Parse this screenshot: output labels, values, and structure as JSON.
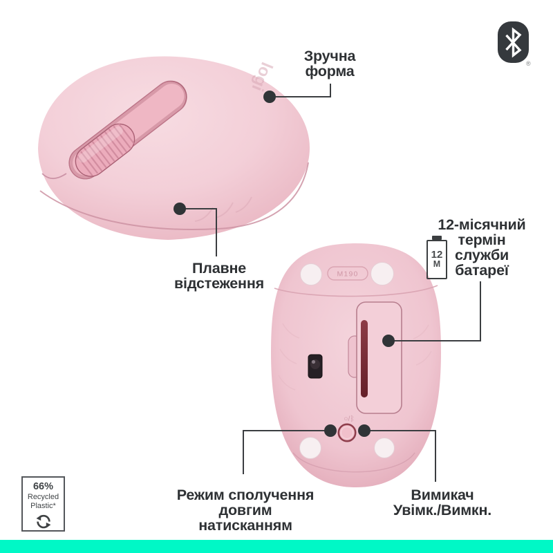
{
  "page": {
    "background": "#ffffff",
    "accent_bar_color": "#00f8c6",
    "text_color": "#2e3134",
    "callout_line_color": "#3a3d40",
    "mouse_pink": "#f3d2da",
    "mouse_pink_dark": "#e7abb9"
  },
  "callouts": {
    "comfort": {
      "lines": [
        "Зручна",
        "форма"
      ]
    },
    "tracking": {
      "lines": [
        "Плавне",
        "відстеження"
      ]
    },
    "battery_life": {
      "lines": [
        "12-місячний",
        "термін",
        "служби",
        "батареї"
      ],
      "battery_icon": {
        "value": "12",
        "unit": "M"
      }
    },
    "pairing": {
      "lines": [
        "Режим сполучення",
        "довгим",
        "натисканням"
      ]
    },
    "power_switch": {
      "lines": [
        "Вимикач",
        "Увімк./Вимкн."
      ]
    }
  },
  "badges": {
    "bluetooth": {
      "registered_mark": "®"
    },
    "recycled": {
      "percent": "66%",
      "line1": "Recycled",
      "line2": "Plastic*"
    }
  },
  "product": {
    "model_marking": "M190",
    "shell_logo": "logi",
    "power_marking": "○/ᛒ"
  }
}
